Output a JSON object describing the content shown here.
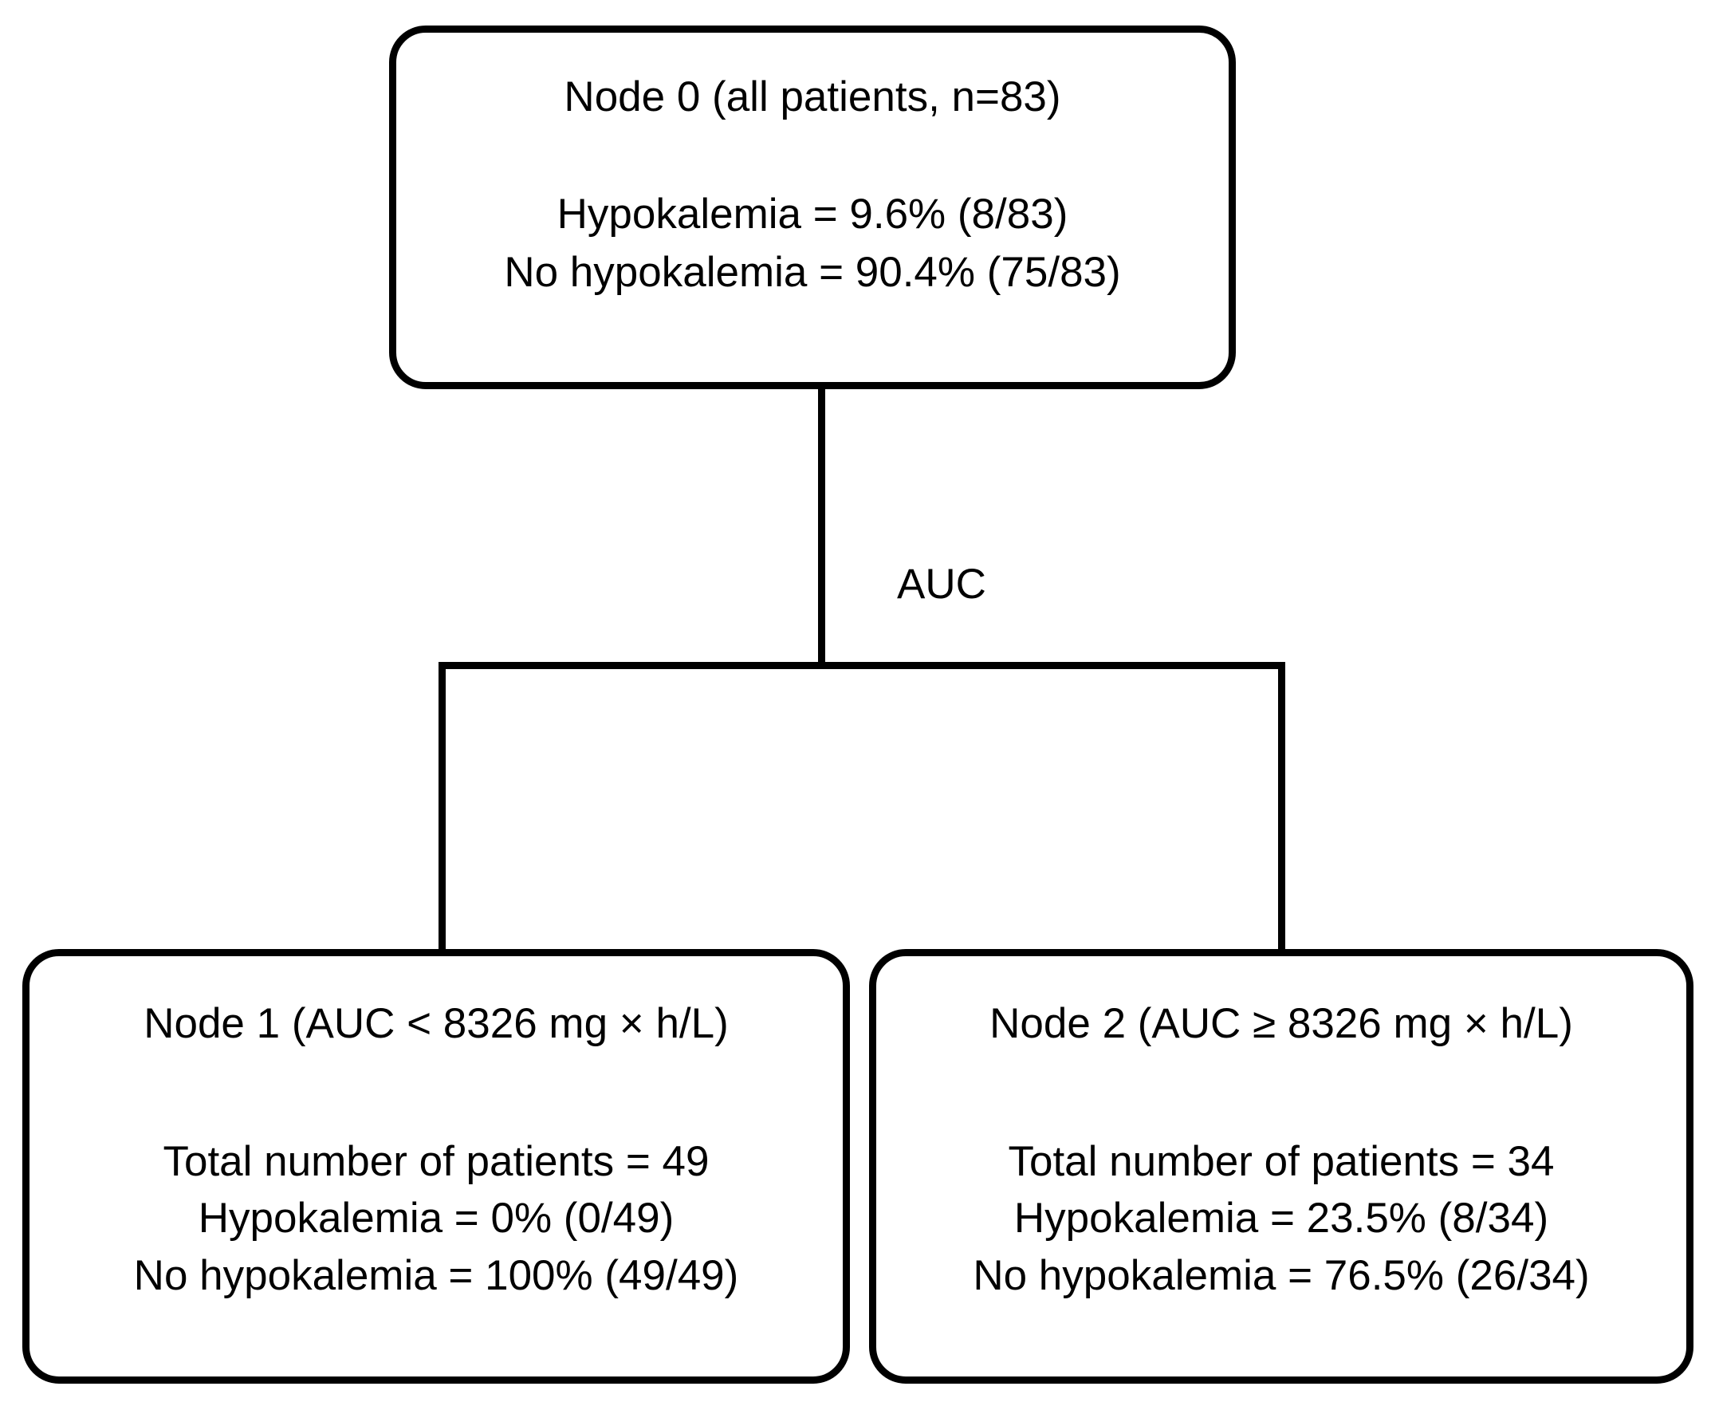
{
  "diagram": {
    "type": "decision-tree",
    "split_label": "AUC",
    "nodes": {
      "root": {
        "title": "Node 0 (all patients, n=83)",
        "stats": [
          "Hypokalemia = 9.6% (8/83)",
          "No hypokalemia = 90.4% (75/83)"
        ]
      },
      "left": {
        "title": "Node 1 (AUC < 8326 mg × h/L)",
        "stats": [
          "Total number of patients = 49",
          "Hypokalemia = 0% (0/49)",
          "No hypokalemia = 100% (49/49)"
        ]
      },
      "right": {
        "title": "Node 2 (AUC ≥ 8326 mg × h/L)",
        "stats": [
          "Total number of patients = 34",
          "Hypokalemia = 23.5% (8/34)",
          "No hypokalemia = 76.5% (26/34)"
        ]
      }
    }
  },
  "chart_data": {
    "type": "table",
    "title": "Classification tree for hypokalemia by AUC",
    "split_variable": "AUC",
    "split_threshold": 8326,
    "split_units": "mg × h/L",
    "categories": [
      "Node 0 (all patients)",
      "Node 1 (AUC < 8326 mg × h/L)",
      "Node 2 (AUC ≥ 8326 mg × h/L)"
    ],
    "series": [
      {
        "name": "Total number of patients",
        "values": [
          83,
          49,
          34
        ]
      },
      {
        "name": "Hypokalemia (%)",
        "values": [
          9.6,
          0,
          23.5
        ]
      },
      {
        "name": "Hypokalemia (n)",
        "values": [
          8,
          0,
          8
        ]
      },
      {
        "name": "No hypokalemia (%)",
        "values": [
          90.4,
          100,
          76.5
        ]
      },
      {
        "name": "No hypokalemia (n)",
        "values": [
          75,
          49,
          26
        ]
      }
    ],
    "xlabel": "",
    "ylabel": "",
    "legend_position": "none",
    "grid": false
  }
}
